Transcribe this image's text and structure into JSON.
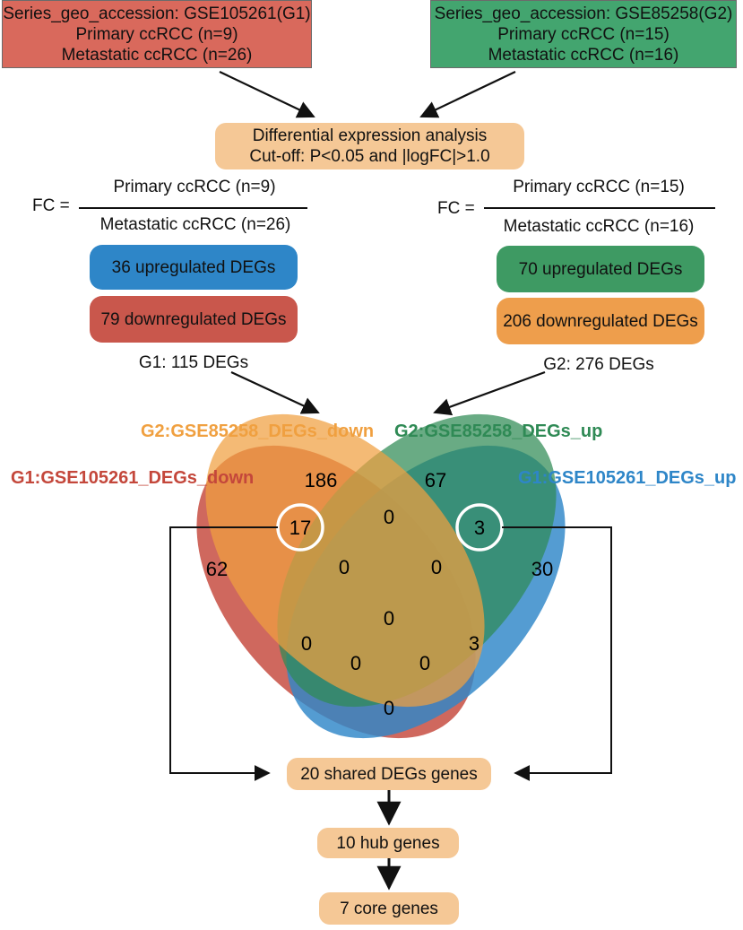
{
  "source_g1": {
    "accession": "Series_geo_accession: GSE105261(G1)",
    "primary": "Primary ccRCC (n=9)",
    "metastatic": "Metastatic ccRCC (n=26)"
  },
  "source_g2": {
    "accession": "Series_geo_accession: GSE85258(G2)",
    "primary": "Primary ccRCC (n=15)",
    "metastatic": "Metastatic ccRCC (n=16)"
  },
  "analysis": {
    "line1": "Differential expression analysis",
    "line2": "Cut-off: P<0.05 and |logFC|>1.0"
  },
  "fc_g1": {
    "label": "FC =",
    "numerator": "Primary ccRCC (n=9)",
    "denominator": "Metastatic ccRCC (n=26)",
    "up": "36 upregulated DEGs",
    "down": "79 downregulated DEGs",
    "total": "G1: 115 DEGs"
  },
  "fc_g2": {
    "label": "FC =",
    "numerator": "Primary ccRCC (n=15)",
    "denominator": "Metastatic ccRCC (n=16)",
    "up": "70 upregulated DEGs",
    "down": "206 downregulated DEGs",
    "total": "G2: 276 DEGs"
  },
  "venn": {
    "set_g1_down": "G1:GSE105261_DEGs_down",
    "set_g2_down": "G2:GSE85258_DEGs_down",
    "set_g2_up": "G2:GSE85258_DEGs_up",
    "set_g1_up": "G1:GSE105261_DEGs_up",
    "counts": {
      "only_g2_down": "186",
      "only_g2_up": "67",
      "only_g1_down": "62",
      "only_g1_up": "30",
      "g1down_g2down": "17",
      "g2up_g1up": "3",
      "g2down_g2up": "0",
      "g1down_g2down_g2up": "0",
      "g2down_g2up_g1up": "0",
      "all_four": "0",
      "g1down_g2up": "0",
      "g2down_g1up": "3",
      "g1down_g2up_g1up": "0",
      "g1down_g2down_g1up": "0",
      "g1down_g1up": "0"
    },
    "colors": {
      "g1_down": "#c4473b",
      "g2_down": "#f0a040",
      "g2_up": "#2f8a55",
      "g1_up": "#2e86c8",
      "highlight_ring": "#ffffff"
    }
  },
  "results": {
    "shared": "20 shared DEGs genes",
    "hub": "10 hub genes",
    "core": "7 core genes"
  },
  "colors": {
    "g1_box": "#d9695c",
    "g2_box": "#43a56f",
    "analysis_box": "#f5c896",
    "up_g1": "#2e86c8",
    "down_g1": "#c9574c",
    "up_g2": "#3e9a63",
    "down_g2": "#ee9e4c",
    "result_box": "#f5c896"
  }
}
